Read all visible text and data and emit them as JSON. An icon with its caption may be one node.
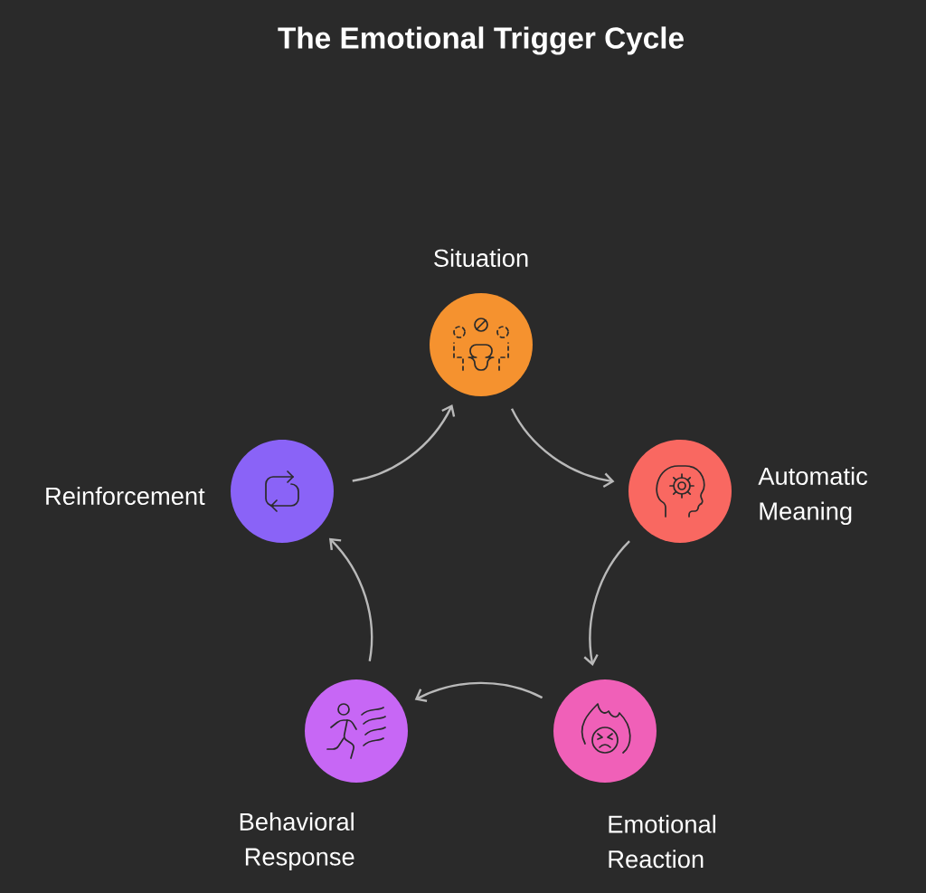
{
  "diagram": {
    "title": "The Emotional Trigger Cycle",
    "nodes": [
      {
        "text": [
          "Situation"
        ]
      },
      {
        "text": [
          "Automatic Meaning"
        ]
      },
      {
        "text": [
          "Emotional Reaction"
        ]
      },
      {
        "text": [
          "Behavioral Response"
        ]
      },
      {
        "text": [
          "Reinforcement"
        ]
      }
    ],
    "edges": [
      {
        "from": 0,
        "to": 1,
        "arrow": "to"
      },
      {
        "from": 1,
        "to": 2,
        "arrow": "to"
      },
      {
        "from": 2,
        "to": 3,
        "arrow": "to"
      },
      {
        "from": 3,
        "to": 4,
        "arrow": "to"
      },
      {
        "from": 4,
        "to": 0,
        "arrow": "to"
      }
    ]
  }
}
